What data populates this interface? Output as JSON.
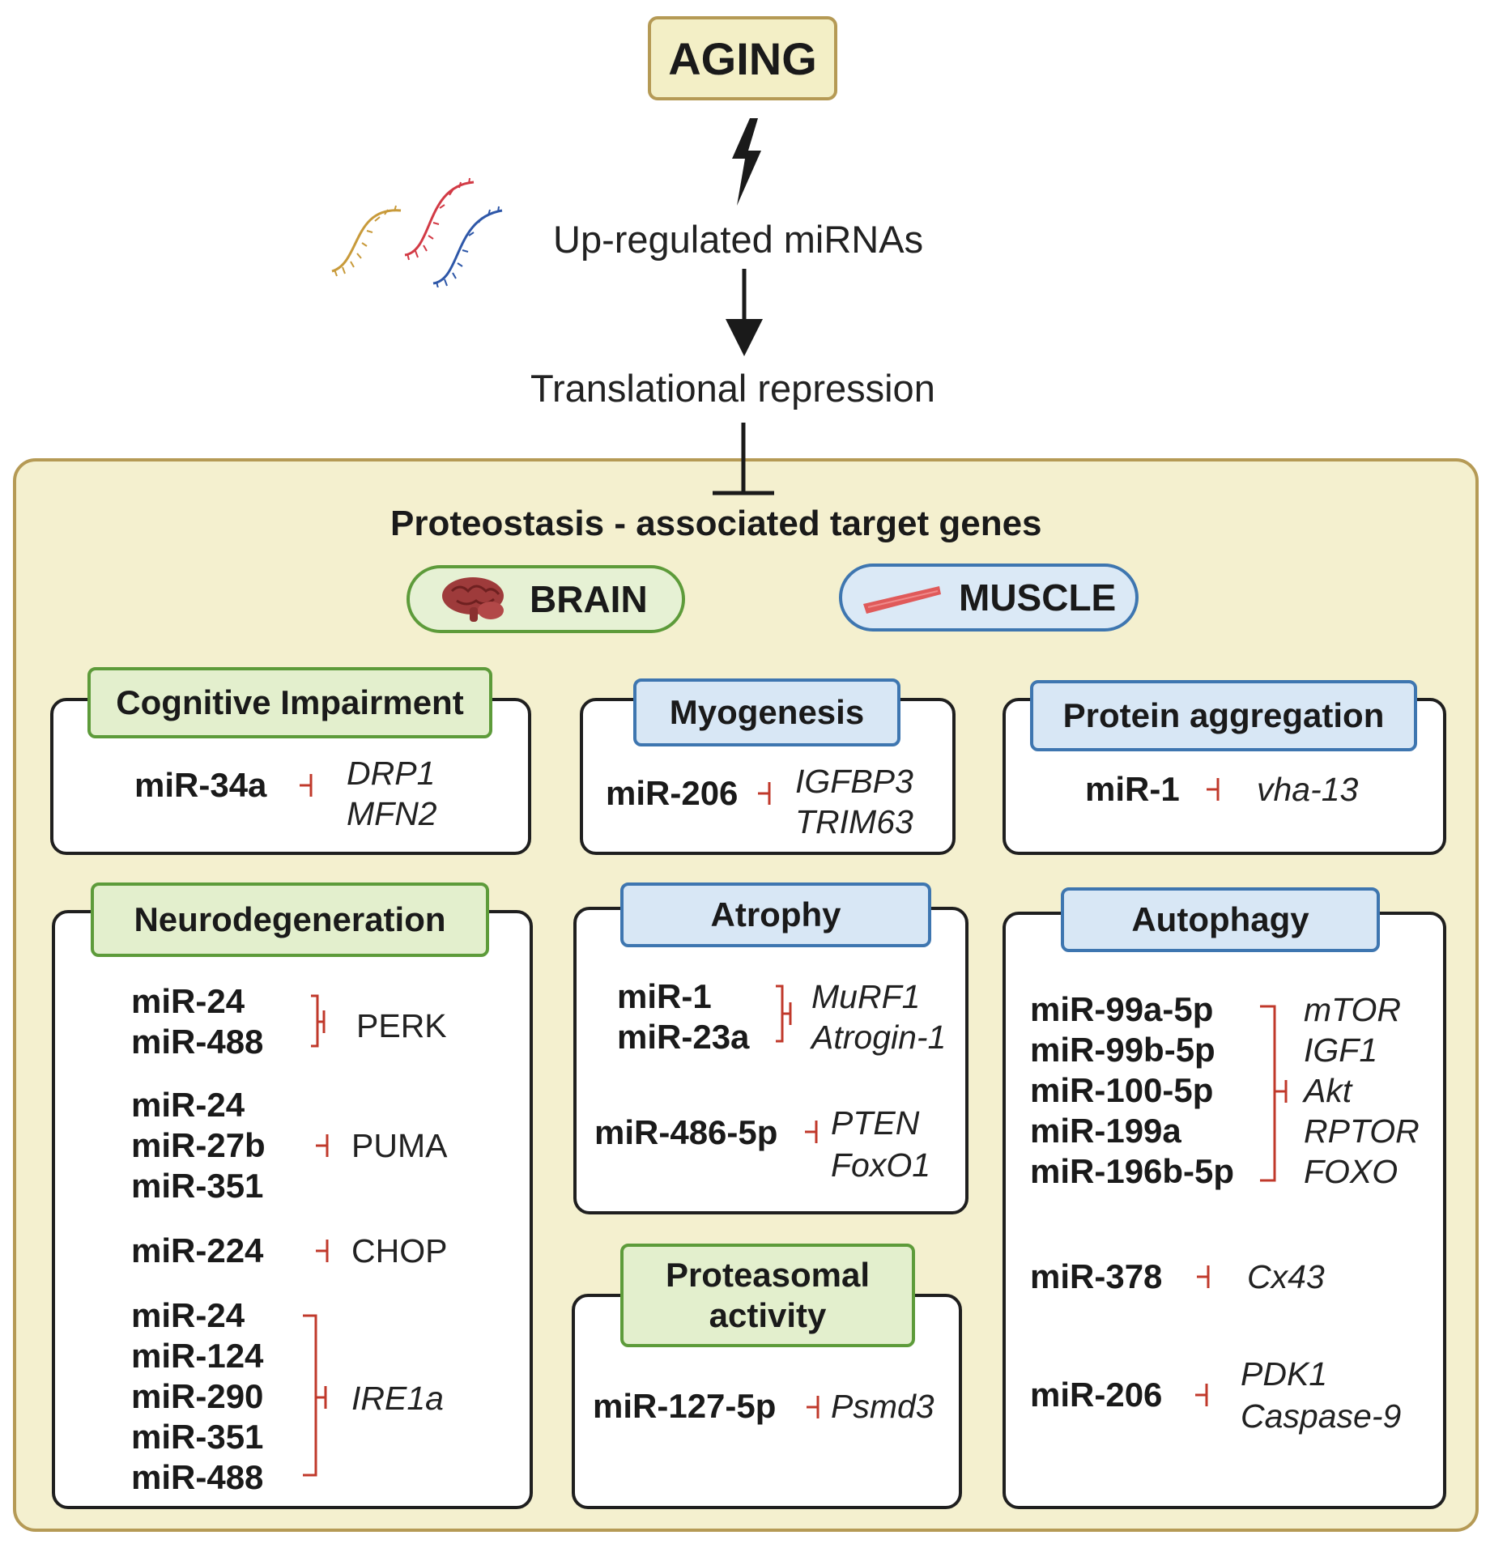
{
  "top": {
    "aging": "AGING",
    "upregulated": "Up-regulated miRNAs",
    "repression": "Translational repression"
  },
  "panel": {
    "title": "Proteostasis - associated  target genes",
    "brain": "BRAIN",
    "muscle": "MUSCLE"
  },
  "cards": {
    "cognitive": {
      "title": "Cognitive Impairment",
      "mirs": [
        "miR-34a"
      ],
      "genes": [
        "DRP1",
        "MFN2"
      ]
    },
    "myogenesis": {
      "title": "Myogenesis",
      "mirs": [
        "miR-206"
      ],
      "genes": [
        "IGFBP3",
        "TRIM63"
      ]
    },
    "aggregation": {
      "title": "Protein aggregation",
      "mirs": [
        "miR-1"
      ],
      "genes": [
        "vha-13"
      ]
    },
    "neuro": {
      "title": "Neurodegeneration",
      "groups": [
        {
          "mirs": [
            "miR-24",
            "miR-488"
          ],
          "target": "PERK"
        },
        {
          "mirs": [
            "miR-24",
            "miR-27b",
            "miR-351"
          ],
          "target": "PUMA"
        },
        {
          "mirs": [
            "miR-224"
          ],
          "target": "CHOP"
        },
        {
          "mirs": [
            "miR-24",
            "miR-124",
            "miR-290",
            "miR-351",
            "miR-488"
          ],
          "target": "IRE1a"
        }
      ]
    },
    "atrophy": {
      "title": "Atrophy",
      "groups": [
        {
          "mirs": [
            "miR-1",
            "miR-23a"
          ],
          "genes": [
            "MuRF1",
            "Atrogin-1"
          ]
        },
        {
          "mirs": [
            "miR-486-5p"
          ],
          "genes": [
            "PTEN",
            "FoxO1"
          ]
        }
      ]
    },
    "proteasomal": {
      "title_line1": "Proteasomal",
      "title_line2": "activity",
      "mirs": [
        "miR-127-5p"
      ],
      "genes": [
        "Psmd3"
      ]
    },
    "autophagy": {
      "title": "Autophagy",
      "groups": [
        {
          "mirs": [
            "miR-99a-5p",
            "miR-99b-5p",
            "miR-100-5p",
            "miR-199a",
            "miR-196b-5p"
          ],
          "genes": [
            "mTOR",
            "IGF1",
            "Akt",
            "RPTOR",
            "FOXO"
          ]
        },
        {
          "mirs": [
            "miR-378"
          ],
          "genes": [
            "Cx43"
          ]
        },
        {
          "mirs": [
            "miR-206"
          ],
          "genes": [
            "PDK1",
            "Caspase-9"
          ]
        }
      ]
    }
  },
  "colors": {
    "panel_bg": "#f4f0cf",
    "gold_border": "#b59a55",
    "green_border": "#5d9b3a",
    "blue_border": "#3e76b0",
    "inhibit_red": "#c0392b"
  }
}
